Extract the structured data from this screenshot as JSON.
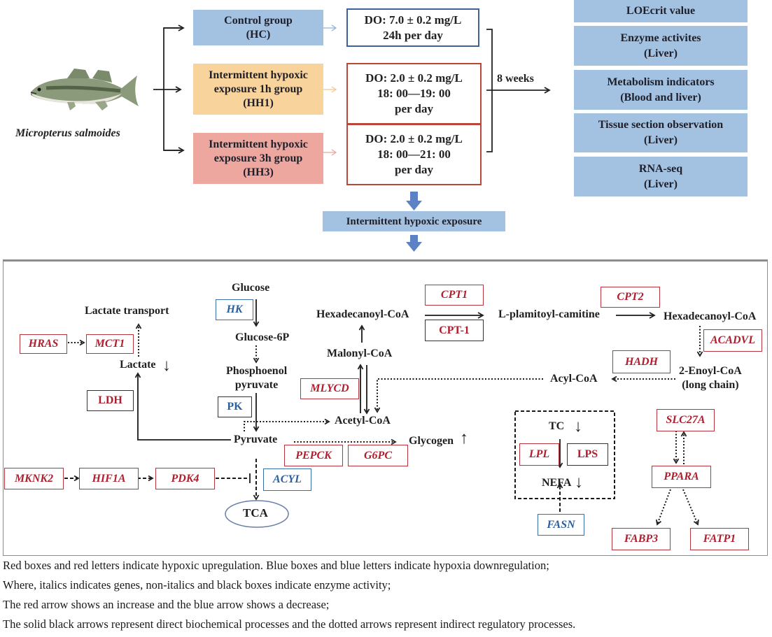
{
  "species": {
    "name": "Micropterus salmoides",
    "image": "fish-illustration"
  },
  "groups": [
    {
      "label": "Control group\n(HC)",
      "condition": "DO: 7.0 ± 0.2 mg/L\n24h per day"
    },
    {
      "label": "Intermittent hypoxic\nexposure 1h group\n(HH1)",
      "condition": "DO: 2.0 ± 0.2 mg/L\n18: 00—19: 00\nper day"
    },
    {
      "label": "Intermittent hypoxic\nexposure 3h group\n(HH3)",
      "condition": "DO: 2.0 ± 0.2 mg/L\n18: 00—21: 00\nper day"
    }
  ],
  "duration": "8 weeks",
  "outcomes": [
    "LOEcrit value",
    "Enzyme activites\n(Liver)",
    "Metabolism indicators\n(Blood and liver)",
    "Tissue section observation\n(Liver)",
    "RNA-seq\n(Liver)"
  ],
  "treatment_label": "Intermittent hypoxic exposure",
  "pathway": {
    "metabolites": {
      "glucose": "Glucose",
      "glucose6p": "Glucose-6P",
      "pep_line1": "Phosphoenol",
      "pep_line2": "pyruvate",
      "pyruvate": "Pyruvate",
      "acetyl_coa": "Acetyl-CoA",
      "malonyl_coa": "Malonyl-CoA",
      "hexadecanoyl_coa_1": "Hexadecanoyl-CoA",
      "l_palmitoyl": "L-plamitoyl-camitine",
      "hexadecanoyl_coa_2": "Hexadecanoyl-CoA",
      "enoyl_line1": "2-Enoyl-CoA",
      "enoyl_line2": "(long chain)",
      "acyl_coa": "Acyl-CoA",
      "lactate_transport": "Lactate transport",
      "lactate": "Lactate",
      "glycogen": "Glycogen",
      "tca": "TCA",
      "tc": "TC",
      "nefa": "NEFA"
    },
    "genes_up": [
      "HRAS",
      "MCT1",
      "MLYCD",
      "CPT1",
      "CPT2",
      "ACADVL",
      "HADH",
      "PEPCK",
      "G6PC",
      "MKNK2",
      "HIF1A",
      "PDK4",
      "LPL",
      "SLC27A",
      "PPARA",
      "FABP3",
      "FATP1"
    ],
    "genes_down": [
      "HK",
      "ACYL",
      "FASN"
    ],
    "enzymes_up": [
      "LDH",
      "CPT-1",
      "LPS"
    ],
    "enzymes_down": [
      "PK"
    ],
    "arrows": {
      "increase": "↑",
      "decrease": "↓"
    }
  },
  "colors": {
    "up": "#b01e2e",
    "down": "#2a5f9e",
    "group_blue": "#a3c1e0",
    "group_orange": "#f8d39c",
    "group_pink": "#eda79e"
  },
  "legend": [
    "Red boxes and red letters indicate hypoxic upregulation. Blue boxes and blue letters indicate hypoxia downregulation;",
    "Where, italics indicates genes, non-italics and black boxes indicate enzyme activity;",
    "The red arrow shows an increase and the blue arrow shows a decrease;",
    "The solid black arrows represent direct biochemical processes and the dotted arrows represent indirect regulatory processes."
  ]
}
